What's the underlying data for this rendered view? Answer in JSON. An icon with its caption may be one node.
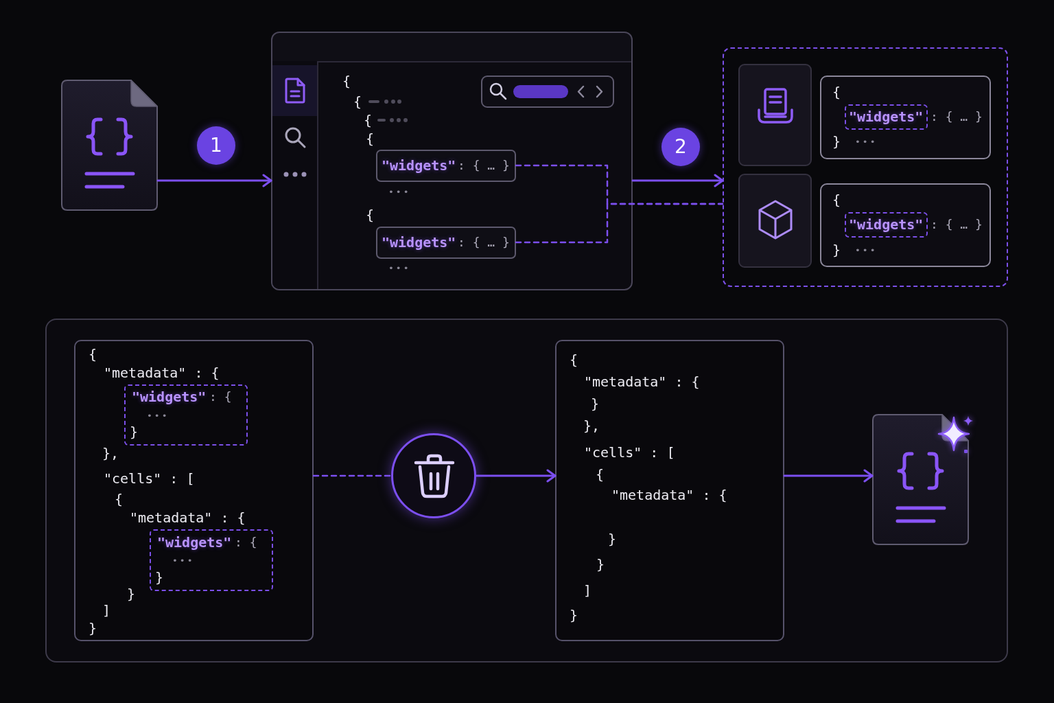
{
  "diagram": {
    "nodes": [
      {
        "text": [],
        "shape": "picture"
      },
      {
        "text": [
          "{",
          "{",
          "{",
          "{",
          "•••",
          "{",
          "•••"
        ]
      },
      {
        "text": [
          "\"widgets\"",
          ": { … }"
        ],
        "in": 1
      },
      {
        "text": [
          "\"widgets\"",
          ": { … }"
        ],
        "in": 1
      },
      {
        "text": [],
        "shape": "box"
      },
      {
        "text": [
          "{",
          ": { … }",
          "}",
          "•••"
        ],
        "in": 4
      },
      {
        "text": [
          "\"widgets\""
        ],
        "in": 5
      },
      {
        "text": [
          "{",
          ": { … }",
          "}",
          "•••"
        ],
        "in": 4
      },
      {
        "text": [
          "\"widgets\""
        ],
        "in": 7
      },
      {
        "text": [],
        "shape": "box"
      },
      {
        "text": [
          "{",
          "\"metadata\" : {",
          "},",
          "\"cells\" : [",
          "{",
          "\"metadata\" : {",
          "}",
          "]",
          "}"
        ],
        "in": 9
      },
      {
        "text": [
          "\"widgets\"",
          ": {",
          "•••",
          "}"
        ],
        "in": 10
      },
      {
        "text": [
          "\"widgets\"",
          ": {",
          "•••",
          "}"
        ],
        "in": 10
      },
      {
        "text": [],
        "shape": "circle",
        "in": 9
      },
      {
        "text": [
          "{",
          "\"metadata\" : {",
          "}",
          "},",
          "\"cells\" : [",
          "{",
          "\"metadata\" : {",
          "}",
          "}",
          "]",
          "}"
        ],
        "in": 9
      },
      {
        "text": [],
        "shape": "picture",
        "in": 9
      }
    ],
    "edges": [
      {
        "from": 0,
        "to": 1,
        "arrow": "to"
      },
      {
        "from": 1,
        "to": 4,
        "arrow": "to"
      },
      {
        "from": 2,
        "to": 4,
        "arrow": "none",
        "style": "dashed"
      },
      {
        "from": 3,
        "to": 4,
        "arrow": "none",
        "style": "dashed"
      },
      {
        "from": 10,
        "to": 13,
        "arrow": "none",
        "style": "dashed"
      },
      {
        "from": 13,
        "to": 14,
        "arrow": "to"
      },
      {
        "from": 14,
        "to": 15,
        "arrow": "to"
      }
    ],
    "labels": [
      "1",
      "2"
    ]
  }
}
